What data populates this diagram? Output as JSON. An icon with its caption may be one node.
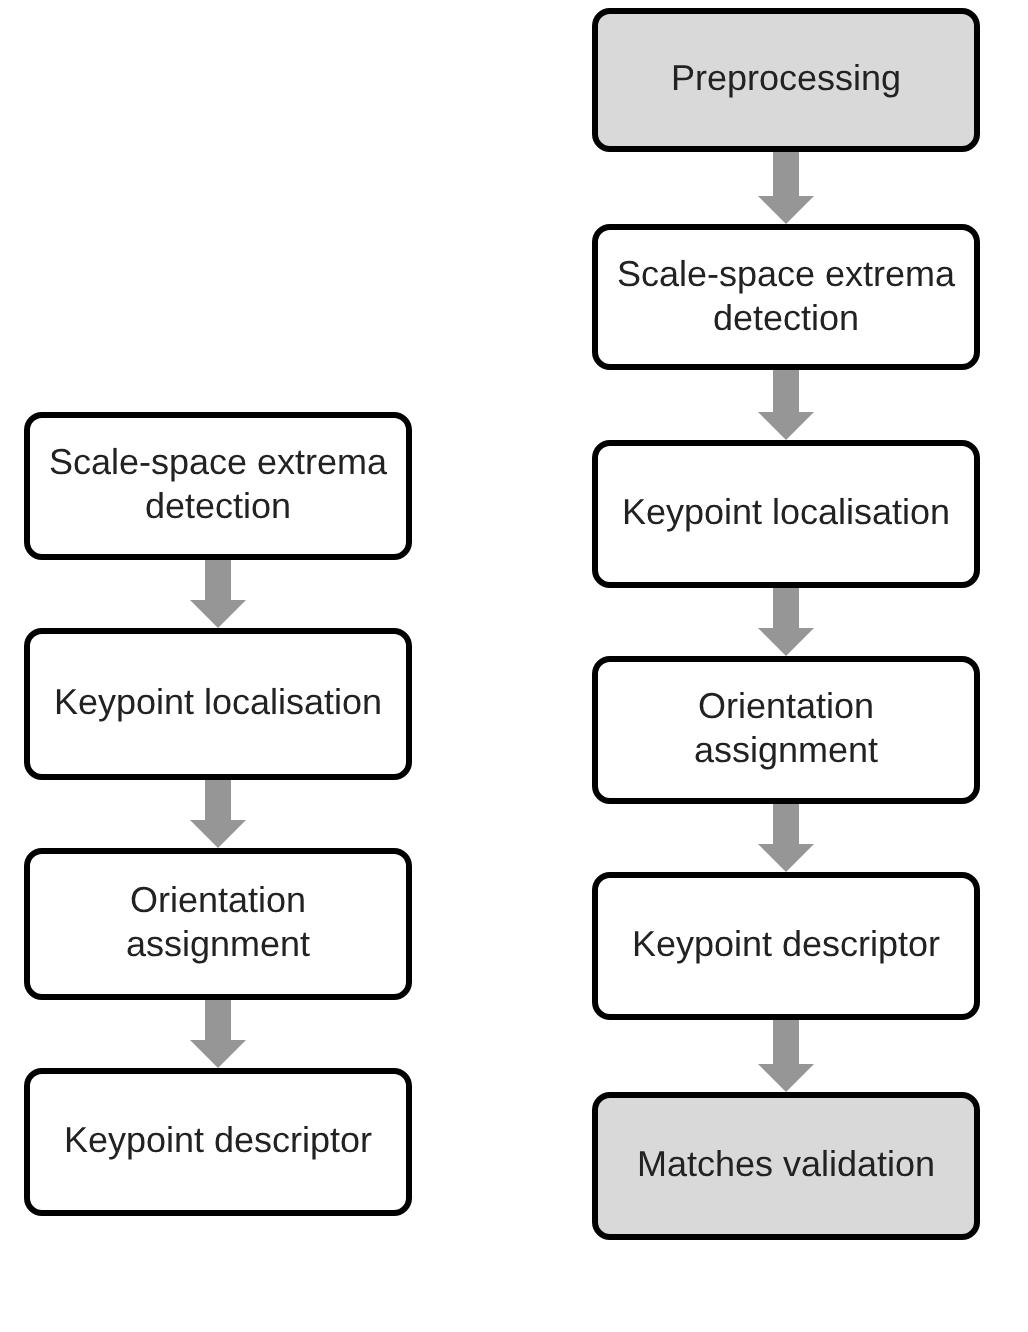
{
  "diagram": {
    "nodes": [
      {
        "text": [
          "Scale-space extrema detection"
        ]
      },
      {
        "text": [
          "Keypoint localisation"
        ]
      },
      {
        "text": [
          "Orientation assignment"
        ]
      },
      {
        "text": [
          "Keypoint descriptor"
        ]
      },
      {
        "text": [
          "Preprocessing"
        ]
      },
      {
        "text": [
          "Scale-space extrema detection"
        ]
      },
      {
        "text": [
          "Keypoint localisation"
        ]
      },
      {
        "text": [
          "Orientation assignment"
        ]
      },
      {
        "text": [
          "Keypoint descriptor"
        ]
      },
      {
        "text": [
          "Matches validation"
        ]
      }
    ],
    "edges": [
      {
        "from": 0,
        "to": 1,
        "arrow": "to"
      },
      {
        "from": 1,
        "to": 2,
        "arrow": "to"
      },
      {
        "from": 2,
        "to": 3,
        "arrow": "to"
      },
      {
        "from": 4,
        "to": 5,
        "arrow": "to"
      },
      {
        "from": 5,
        "to": 6,
        "arrow": "to"
      },
      {
        "from": 6,
        "to": 7,
        "arrow": "to"
      },
      {
        "from": 7,
        "to": 8,
        "arrow": "to"
      },
      {
        "from": 8,
        "to": 9,
        "arrow": "to"
      }
    ]
  }
}
